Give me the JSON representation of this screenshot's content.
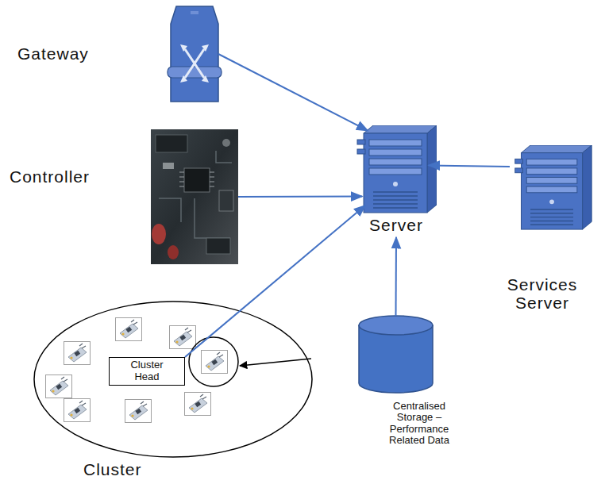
{
  "diagram": {
    "nodes": [
      {
        "text": [
          "Gateway"
        ]
      },
      {
        "text": [
          "Controller"
        ]
      },
      {
        "text": [
          "Server"
        ]
      },
      {
        "text": [
          "Services Server"
        ]
      },
      {
        "text": [
          "Cluster"
        ]
      },
      {
        "text": [
          "Cluster Head"
        ],
        "in": 4
      },
      {
        "text": [
          "Centralised Storage – Performance Related Data"
        ]
      }
    ],
    "edges": [
      {
        "from": 0,
        "to": 2,
        "arrow": "to"
      },
      {
        "from": 1,
        "to": 2,
        "arrow": "to"
      },
      {
        "from": 3,
        "to": 2,
        "arrow": "to"
      },
      {
        "from": 5,
        "to": 2,
        "arrow": "to"
      },
      {
        "from": 6,
        "to": 2,
        "arrow": "to"
      }
    ]
  }
}
